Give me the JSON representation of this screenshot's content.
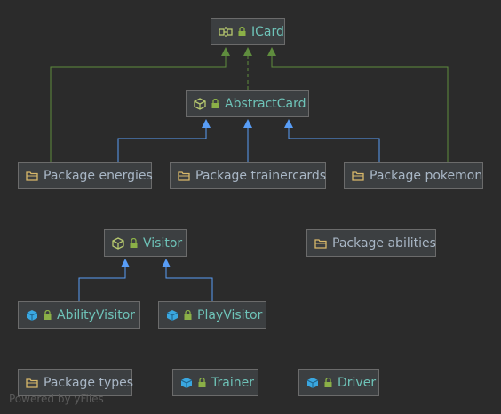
{
  "nodes": {
    "icard": {
      "label": "ICard",
      "kind": "interface"
    },
    "abstract_card": {
      "label": "AbstractCard",
      "kind": "abstract"
    },
    "pkg_energies": {
      "label": "Package energies",
      "kind": "package"
    },
    "pkg_trainercards": {
      "label": "Package trainercards",
      "kind": "package"
    },
    "pkg_pokemon": {
      "label": "Package pokemon",
      "kind": "package"
    },
    "visitor": {
      "label": "Visitor",
      "kind": "abstract"
    },
    "pkg_abilities": {
      "label": "Package abilities",
      "kind": "package"
    },
    "ability_visitor": {
      "label": "AbilityVisitor",
      "kind": "class"
    },
    "play_visitor": {
      "label": "PlayVisitor",
      "kind": "class"
    },
    "pkg_types": {
      "label": "Package types",
      "kind": "package"
    },
    "trainer": {
      "label": "Trainer",
      "kind": "class"
    },
    "driver": {
      "label": "Driver",
      "kind": "class"
    }
  },
  "edges": [
    {
      "from": "abstract_card",
      "to": "icard",
      "type": "implements"
    },
    {
      "from": "pkg_energies",
      "to": "icard",
      "type": "implements"
    },
    {
      "from": "pkg_pokemon",
      "to": "icard",
      "type": "implements"
    },
    {
      "from": "pkg_energies",
      "to": "abstract_card",
      "type": "extends"
    },
    {
      "from": "pkg_trainercards",
      "to": "abstract_card",
      "type": "extends"
    },
    {
      "from": "pkg_pokemon",
      "to": "abstract_card",
      "type": "extends"
    },
    {
      "from": "ability_visitor",
      "to": "visitor",
      "type": "extends"
    },
    {
      "from": "play_visitor",
      "to": "visitor",
      "type": "extends"
    }
  ],
  "colors": {
    "background": "#2b2b2b",
    "node_fill": "#3c3f41",
    "node_border": "#6b6b6b",
    "implements_edge": "#5f8d3e",
    "extends_edge": "#589df6",
    "label_text": "#a9b7c6",
    "class_label": "#6ec3b8"
  },
  "footer": {
    "watermark": "Powered by yFiles"
  }
}
